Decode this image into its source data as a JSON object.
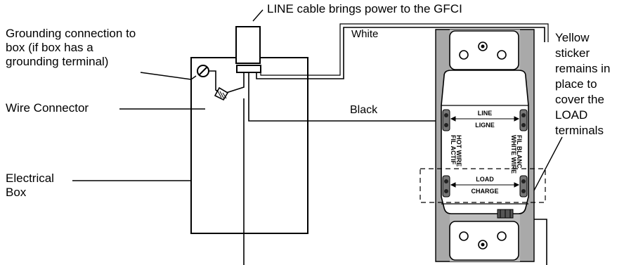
{
  "labels": {
    "line_cable": "LINE cable brings power to the GFCI",
    "grounding": "Grounding connection to box (if box has a grounding terminal)",
    "wire_connector": "Wire Connector",
    "electrical_box": "Electrical Box",
    "yellow_sticker": "Yellow sticker remains in place to cover the LOAD terminals",
    "white": "White",
    "black": "Black"
  },
  "receptacle": {
    "line_en": "LINE",
    "line_fr": "LIGNE",
    "load_en": "LOAD",
    "load_fr": "CHARGE",
    "hot_en": "HOT WIRE",
    "hot_fr": "FIL ACTIF",
    "white_en": "WHITE WIRE",
    "white_fr": "FIL BLANC"
  }
}
